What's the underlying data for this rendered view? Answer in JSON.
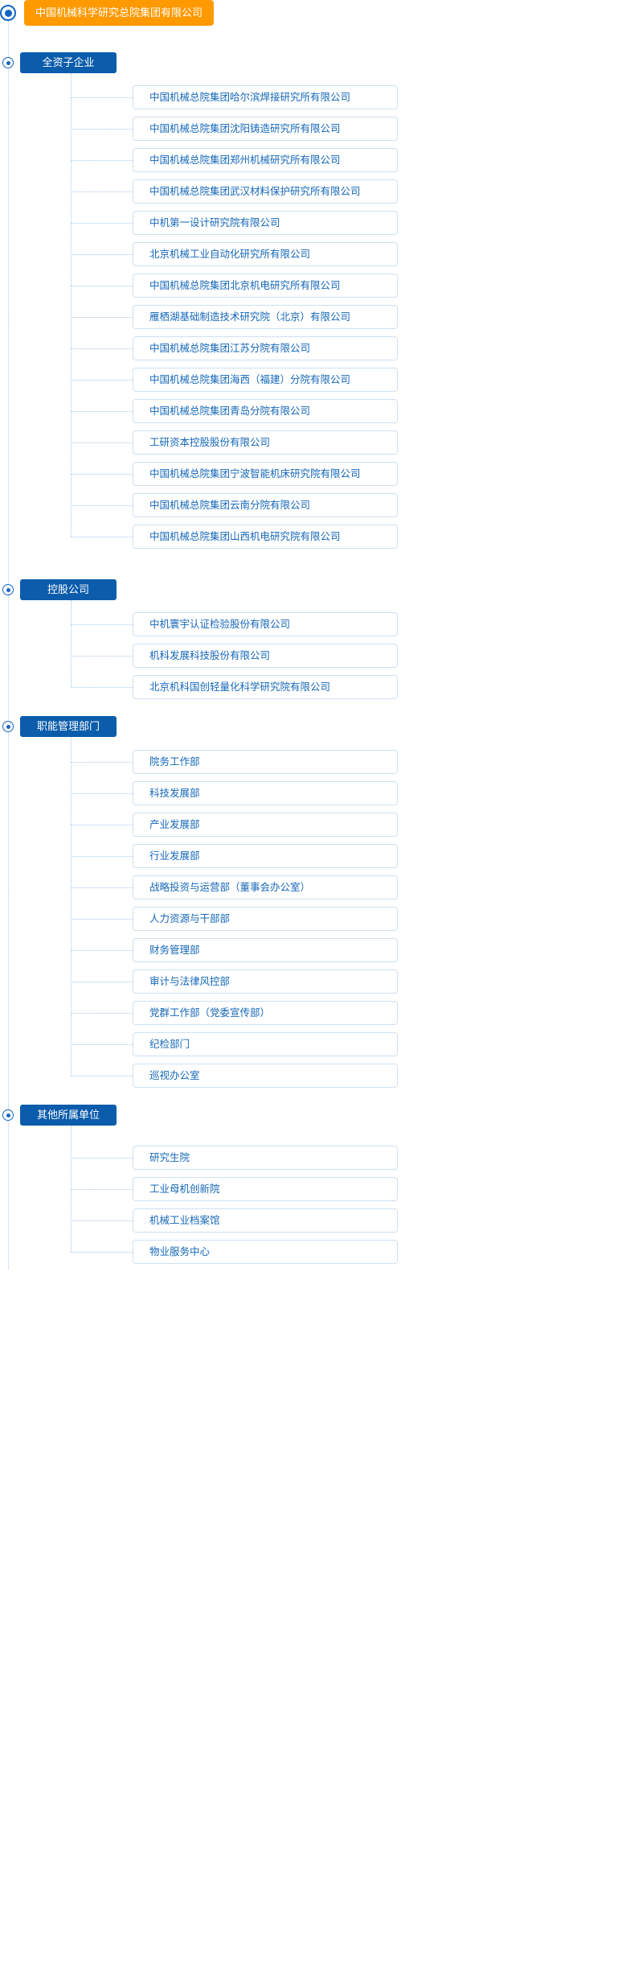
{
  "root": {
    "label": "中国机械科学研究总院集团有限公司",
    "color": "#ff9900"
  },
  "theme": {
    "group_color": "#0b5cab",
    "leaf_text_color": "#1567b8",
    "leaf_border_color": "#cfe0f2",
    "line_color": "#a9c6e8"
  },
  "groups": [
    {
      "label": "全资子企业",
      "items": [
        "中国机械总院集团哈尔滨焊接研究所有限公司",
        "中国机械总院集团沈阳铸造研究所有限公司",
        "中国机械总院集团郑州机械研究所有限公司",
        "中国机械总院集团武汉材料保护研究所有限公司",
        "中机第一设计研究院有限公司",
        "北京机械工业自动化研究所有限公司",
        "中国机械总院集团北京机电研究所有限公司",
        "雁栖湖基础制造技术研究院（北京）有限公司",
        "中国机械总院集团江苏分院有限公司",
        "中国机械总院集团海西（福建）分院有限公司",
        "中国机械总院集团青岛分院有限公司",
        "工研资本控股股份有限公司",
        "中国机械总院集团宁波智能机床研究院有限公司",
        "中国机械总院集团云南分院有限公司",
        "中国机械总院集团山西机电研究院有限公司"
      ]
    },
    {
      "label": "控股公司",
      "items": [
        "中机寰宇认证检验股份有限公司",
        "机科发展科技股份有限公司",
        "北京机科国创轻量化科学研究院有限公司"
      ]
    },
    {
      "label": "职能管理部门",
      "items": [
        "院务工作部",
        "科技发展部",
        "产业发展部",
        "行业发展部",
        "战略投资与运营部（董事会办公室）",
        "人力资源与干部部",
        "财务管理部",
        "审计与法律风控部",
        "党群工作部（党委宣传部）",
        "纪检部门",
        "巡视办公室"
      ]
    },
    {
      "label": "其他所属单位",
      "items": [
        "研究生院",
        "工业母机创新院",
        "机械工业档案馆",
        "物业服务中心"
      ]
    }
  ]
}
